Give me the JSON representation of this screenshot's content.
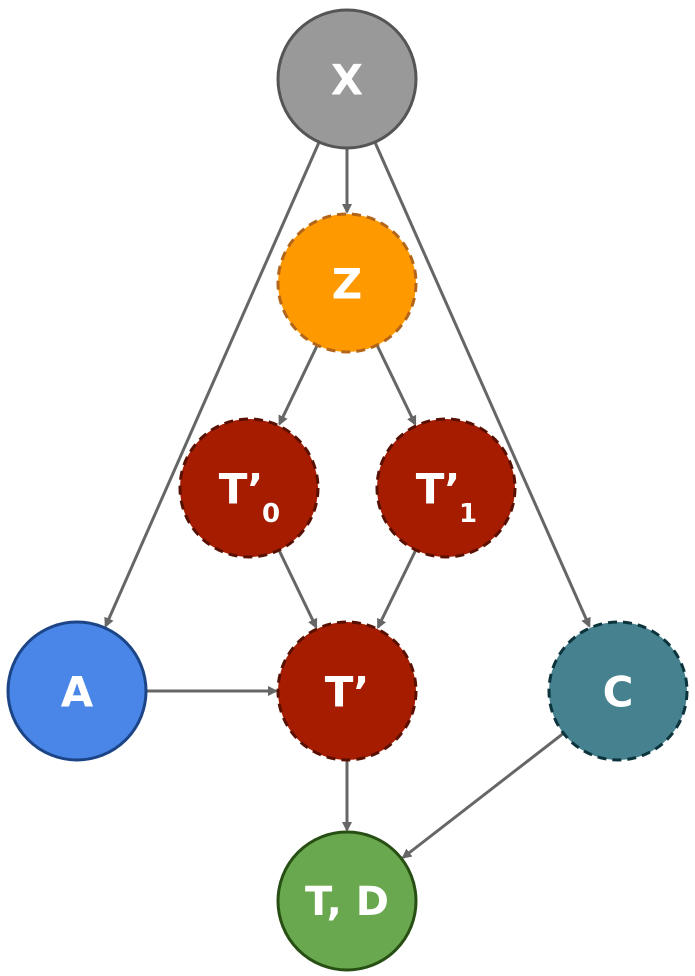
{
  "diagram": {
    "nodes": [
      {
        "id": "X",
        "label": "X",
        "sub": "",
        "fill": "#999999",
        "stroke": "#555555",
        "dashed": false
      },
      {
        "id": "Z",
        "label": "Z",
        "sub": "",
        "fill": "#FF9900",
        "stroke": "#B3651A",
        "dashed": true
      },
      {
        "id": "T0",
        "label": "T’",
        "sub": "0",
        "fill": "#A61C00",
        "stroke": "#5A1000",
        "dashed": true
      },
      {
        "id": "T1",
        "label": "T’",
        "sub": "1",
        "fill": "#A61C00",
        "stroke": "#5A1000",
        "dashed": true
      },
      {
        "id": "A",
        "label": "A",
        "sub": "",
        "fill": "#4A86E8",
        "stroke": "#1C4587",
        "dashed": false
      },
      {
        "id": "Tp",
        "label": "T’",
        "sub": "",
        "fill": "#A61C00",
        "stroke": "#5A1000",
        "dashed": true
      },
      {
        "id": "C",
        "label": "C",
        "sub": "",
        "fill": "#45818E",
        "stroke": "#0C343D",
        "dashed": true
      },
      {
        "id": "TD",
        "label": "T, D",
        "sub": "",
        "fill": "#6AA84F",
        "stroke": "#274E13",
        "dashed": false
      }
    ],
    "edges": [
      {
        "from": "X",
        "to": "Z"
      },
      {
        "from": "X",
        "to": "A"
      },
      {
        "from": "X",
        "to": "C"
      },
      {
        "from": "Z",
        "to": "T0"
      },
      {
        "from": "Z",
        "to": "T1"
      },
      {
        "from": "T0",
        "to": "Tp"
      },
      {
        "from": "T1",
        "to": "Tp"
      },
      {
        "from": "A",
        "to": "Tp"
      },
      {
        "from": "Tp",
        "to": "TD"
      },
      {
        "from": "C",
        "to": "TD"
      }
    ],
    "edge_color": "#666666"
  }
}
